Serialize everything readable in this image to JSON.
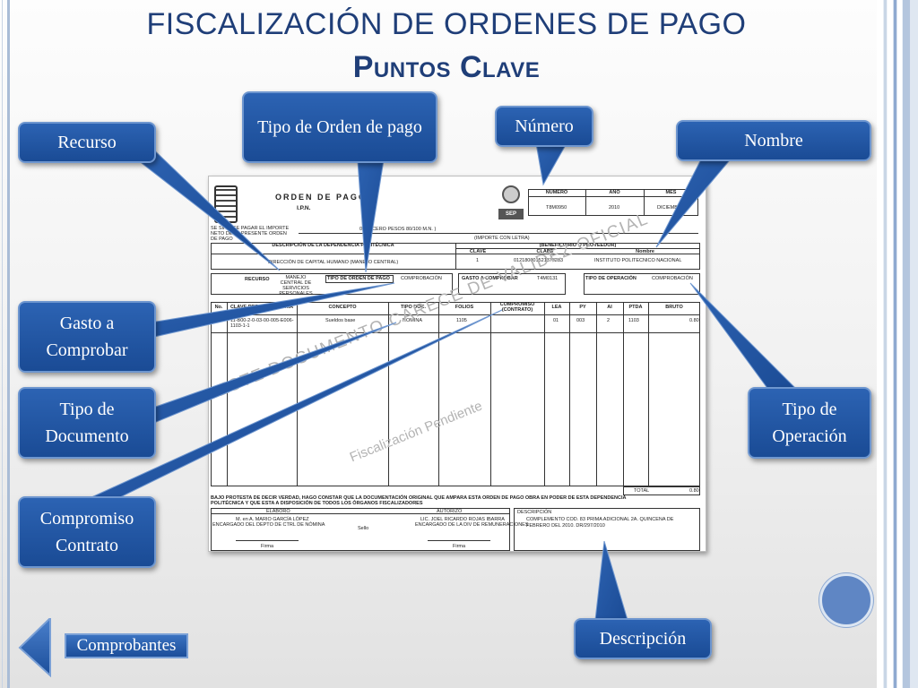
{
  "slide": {
    "title": "FISCALIZACIÓN DE ORDENES DE PAGO",
    "subtitle": "Puntos Clave"
  },
  "callouts": {
    "recurso": "Recurso",
    "tipo_orden": "Tipo de Orden de pago",
    "numero": "Número",
    "nombre": "Nombre",
    "gasto": "Gasto a Comprobar",
    "tipo_documento": "Tipo de Documento",
    "compromiso": "Compromiso Contrato",
    "tipo_operacion": "Tipo de Operación",
    "descripcion": "Descripción"
  },
  "nav": {
    "back_label": "Comprobantes"
  },
  "document": {
    "heading": "ORDEN DE PAGO",
    "institution": "I.P.N.",
    "pay_text": "SE SIRVASE PAGAR EL IMPORTE NETO DE LA PRESENTE ORDEN DE PAGO",
    "amount_text": "0.80 (CERO PESOS 80/100 M.N. )",
    "amount_letter": "(IMPORTE CON LETRA)",
    "numero_header": "NÚMERO",
    "anio_header": "AÑO",
    "mes_header": "MES",
    "numero": "T8M0950",
    "anio": "2010",
    "mes": "DICIEMBRE",
    "dependencia_header": "DESCRIPCIÓN DE LA DEPENDENCIA POLITÉCNICA",
    "dependencia": "DIRECCIÓN DE CAPITAL HUMANO (MANEJO CENTRAL)",
    "beneficiario_header": "(BENEFICIARIO O PROVEEDOR)",
    "clave_header": "CLAVE",
    "clabe_header": "CLABE",
    "nombre_header": "Nombre",
    "clave": "1",
    "clabe": "012180001521378283",
    "nombre": "INSTITUTO POLITECNICO NACIONAL",
    "recurso_label": "RECURSO",
    "recurso": "MANEJO CENTRAL DE SERVICIOS PERSONALES",
    "tipo_orden_label": "TIPO DE ORDEN DE PAGO",
    "tipo_orden": "COMPROBACIÓN",
    "gasto_label": "GASTO A COMPROBAR",
    "gasto": "T4M0131",
    "tipo_operacion_label": "TIPO DE OPERACIÓN",
    "tipo_operacion": "COMPROBACIÓN",
    "columns": [
      "No.",
      "CLAVE PRESUPUESTARIA",
      "CONCEPTO",
      "TIPO DOC.",
      "FOLIOS",
      "COMPROMISO (CONTRATO)",
      "LEA",
      "PY",
      "AI",
      "PTDA",
      "BRUTO"
    ],
    "row": [
      "1",
      "11-B00-2-0-03-00-005-E006-1103-1-1",
      "Sueldos base",
      "NOMINA",
      "1105",
      "",
      "01",
      "003",
      "2",
      "1103",
      "0.80"
    ],
    "total_label": "TOTAL",
    "total": "0.80",
    "protesta": "BAJO PROTESTA DE DECIR VERDAD, HAGO CONSTAR QUE LA DOCUMENTACIÓN ORIGINAL QUE AMPARA ESTA ORDEN DE PAGO OBRA EN PODER DE ESTA DEPENDENCIA POLITÉCNICA Y QUE ESTA A DISPOSICIÓN DE TODOS LOS ÓRGANOS FISCALIZADORES",
    "elaboro_label": "ELABORÓ",
    "elaboro_name": "M. en A. MARIO GARCÍA LÓPEZ",
    "elaboro_role": "ENCARGADO DEL DEPTO DE CTRL DE NÓMINA",
    "sello": "Sello",
    "autorizo_label": "AUTORIZÓ",
    "autorizo_name": "LIC. JOEL RICARDO ROJAS IBARRA",
    "autorizo_role": "ENCARGADO DE LA DIV DE REMUNERACIONES",
    "firma": "Firma",
    "descripcion_label": "DESCRIPCIÓN",
    "descripcion": "COMPLEMENTO COD. 83 PRIMA ADICIONAL 2A. QUINCENA DE FEBRERO DEL 2010. DR/297/2010",
    "watermark": "ESTE DOCUMENTO CARECE DE VALIDEZ OFICIAL",
    "watermark_sub": "Fiscalización Pendiente"
  }
}
